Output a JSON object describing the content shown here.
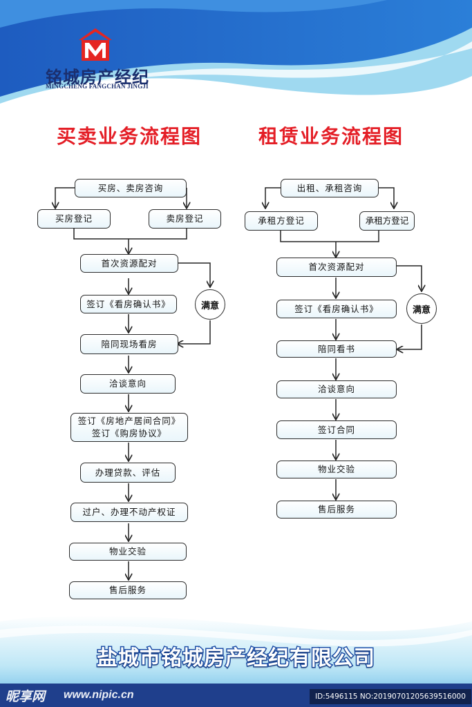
{
  "logo": {
    "name": "铭城房产经纪",
    "subtitle": "MINGCHENG FANGCHAN JINGJI",
    "mark_color": "#e52521"
  },
  "headings": {
    "sale": "买卖业务流程图",
    "rent": "租赁业务流程图"
  },
  "sale_flow": {
    "consult": "买房、卖房咨询",
    "buyer_register": "买房登记",
    "seller_register": "卖房登记",
    "match": "首次资源配对",
    "confirm": "签订《看房确认书》",
    "satisfied": "满意",
    "viewing": "陪同现场看房",
    "negotiate": "洽谈意向",
    "contract_line1": "签订《房地产居间合同》",
    "contract_line2": "签订《购房协议》",
    "loan": "办理贷款、评估",
    "transfer": "过户、办理不动产权证",
    "handover": "物业交验",
    "after_sales": "售后服务"
  },
  "rent_flow": {
    "consult": "出租、承租咨询",
    "lessor_register": "承租方登记",
    "lessee_register": "承租方登记",
    "match": "首次资源配对",
    "confirm": "签订《看房确认书》",
    "satisfied": "满意",
    "viewing": "陪同看书",
    "negotiate": "洽谈意向",
    "contract": "签订合同",
    "handover": "物业交验",
    "after_sales": "售后服务"
  },
  "footer": {
    "company": "盐城市铭城房产经纪有限公司",
    "watermark_brand": "昵享网",
    "watermark_url": "www.nipic.cn",
    "watermark_id": "ID:5496115 NO:20190701205639516000"
  },
  "colors": {
    "heading_red": "#e41e26",
    "wave_dark": "#1f5fc4",
    "wave_light": "#8fd0ec",
    "footer_blue": "#1f3f8c"
  }
}
